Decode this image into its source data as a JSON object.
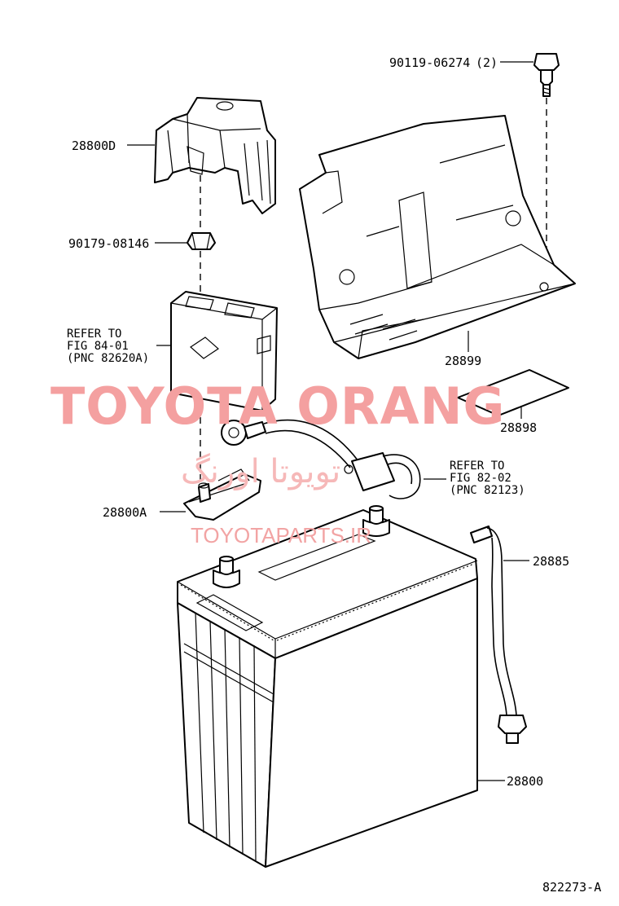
{
  "labels": {
    "bolt_top": "90119-06274",
    "bolt_top_qty": "(2)",
    "clamp": "28800D",
    "nut": "90179-08146",
    "refer_a_1": "REFER TO",
    "refer_a_2": "FIG 84-01",
    "refer_a_3": "(PNC 82620A)",
    "tray": "28899",
    "pad": "28898",
    "refer_b_1": "REFER TO",
    "refer_b_2": "FIG 82-02",
    "refer_b_3": "(PNC 82123)",
    "hold_down": "28800A",
    "vent_tube": "28885",
    "battery": "28800",
    "figure_code": "822273-A"
  },
  "watermark": {
    "main": "TOYOTA ORANG",
    "persian": "تویوتا اورنگ",
    "site": "TOYOTAPARTS.IR",
    "color": "#f4a0a0"
  }
}
